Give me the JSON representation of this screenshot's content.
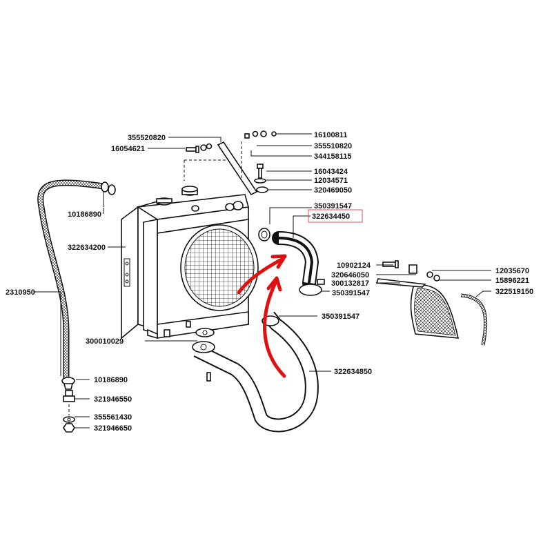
{
  "highlight_color": "#e05050",
  "arrow_color": "#e01010",
  "highlighted_part": "322634450",
  "labels": {
    "p355520820": "355520820",
    "p16054621": "16054621",
    "p16100811": "16100811",
    "p355510820": "355510820",
    "p344158115": "344158115",
    "p16043424": "16043424",
    "p12034571": "12034571",
    "p320469050": "320469050",
    "p350391547a": "350391547",
    "p322634450": "322634450",
    "p10186890a": "10186890",
    "p322634200": "322634200",
    "p2310950": "2310950",
    "p10902124": "10902124",
    "p12035670": "12035670",
    "p320646050": "320646050",
    "p15896221": "15896221",
    "p300132817": "300132817",
    "p322519150": "322519150",
    "p350391547b": "350391547",
    "p350391547c": "350391547",
    "p300010029": "300010029",
    "p322634850": "322634850",
    "p10186890b": "10186890",
    "p321946550": "321946550",
    "p355561430": "355561430",
    "p321946650": "321946650"
  }
}
